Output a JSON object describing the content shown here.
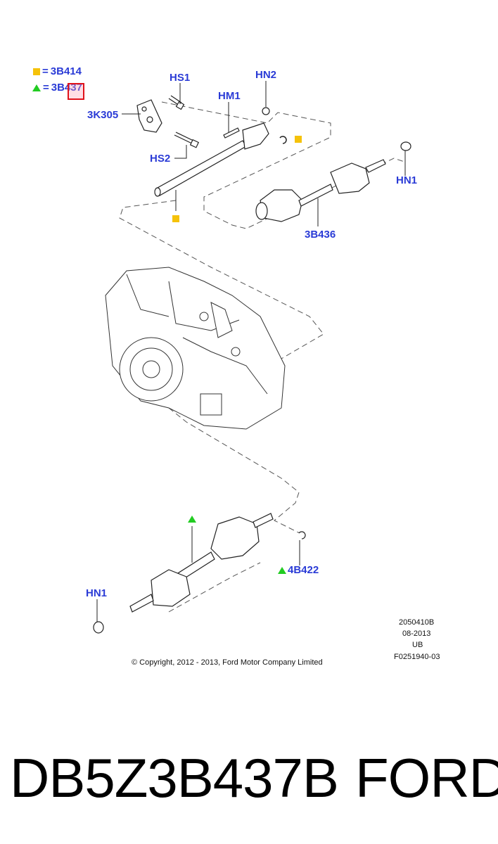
{
  "legend": [
    {
      "symbol": "square",
      "equals": "=",
      "code": "3B414",
      "color": "#f5c20a"
    },
    {
      "symbol": "triangle",
      "equals": "=",
      "code": "3B437",
      "color": "#22cc22"
    }
  ],
  "callouts": {
    "hs1": "HS1",
    "hn2": "HN2",
    "hm1": "HM1",
    "k305": "3K305",
    "hs2": "HS2",
    "hn1_top": "HN1",
    "b436": "3B436",
    "b422": "4B422",
    "hn1_bottom": "HN1"
  },
  "copyright": "© Copyright, 2012 - 2013, Ford Motor Company Limited",
  "figure_info": [
    "2050410B",
    "08-2013",
    "UB",
    "F0251940-03"
  ],
  "caption": {
    "part_number": "DB5Z3B437B",
    "brand": "FORD"
  },
  "colors": {
    "label_blue": "#2a3bd6",
    "square_yellow": "#f5c20a",
    "triangle_green": "#22cc22",
    "highlight_red": "#e0121b"
  },
  "highlighted_code": "3B437"
}
